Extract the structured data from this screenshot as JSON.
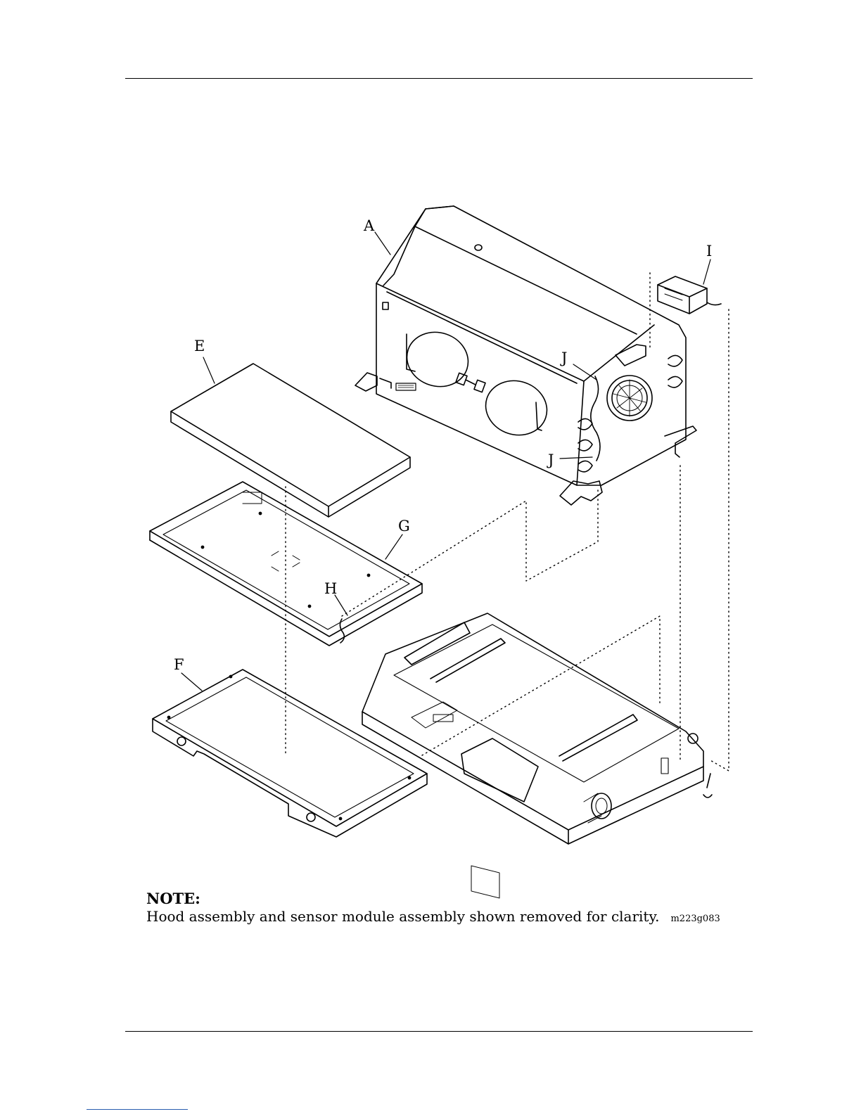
{
  "labels": {
    "A": "A",
    "E": "E",
    "G": "G",
    "H": "H",
    "F": "F",
    "I": "I",
    "J_upper": "J",
    "J_lower": "J"
  },
  "note": {
    "title": "NOTE:",
    "body": "Hood assembly and sensor module assembly shown removed for clarity.",
    "figure_code": "m223g083"
  },
  "colors": {
    "line": "#000000",
    "link_underline": "#2a5db0"
  }
}
